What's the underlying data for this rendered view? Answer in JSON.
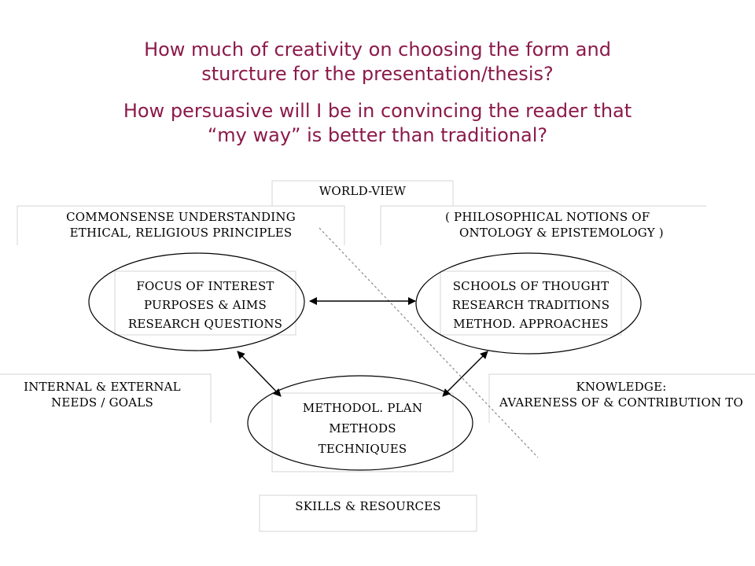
{
  "questions": {
    "q1_line1": "How much of creativity on choosing the form and",
    "q1_line2": "sturcture for the presentation/thesis?",
    "q2_line1": "How persuasive will I be in convincing the reader that",
    "q2_line2": "“my way” is better than traditional?"
  },
  "diagram": {
    "world_view": "WORLD-VIEW",
    "commonsense": {
      "line1": "COMMONSENSE UNDERSTANDING",
      "line2": "ETHICAL, RELIGIOUS PRINCIPLES"
    },
    "philosophical": {
      "line1": "( PHILOSOPHICAL NOTIONS  OF",
      "line2": "ONTOLOGY & EPISTEMOLOGY )"
    },
    "focus": {
      "line1": "FOCUS OF INTEREST",
      "line2": "PURPOSES & AIMS",
      "line3": "RESEARCH QUESTIONS"
    },
    "schools": {
      "line1": "SCHOOLS OF THOUGHT",
      "line2": "RESEARCH TRADITIONS",
      "line3": "METHOD. APPROACHES"
    },
    "needs": {
      "line1": "INTERNAL & EXTERNAL",
      "line2": "NEEDS / GOALS"
    },
    "knowledge": {
      "line1": "KNOWLEDGE:",
      "line2": "AVARENESS OF  & CONTRIBUTION TO"
    },
    "plan": {
      "line1": "METHODOL. PLAN",
      "line2": "METHODS",
      "line3": "TECHNIQUES"
    },
    "skills": "SKILLS  &  RESOURCES"
  }
}
